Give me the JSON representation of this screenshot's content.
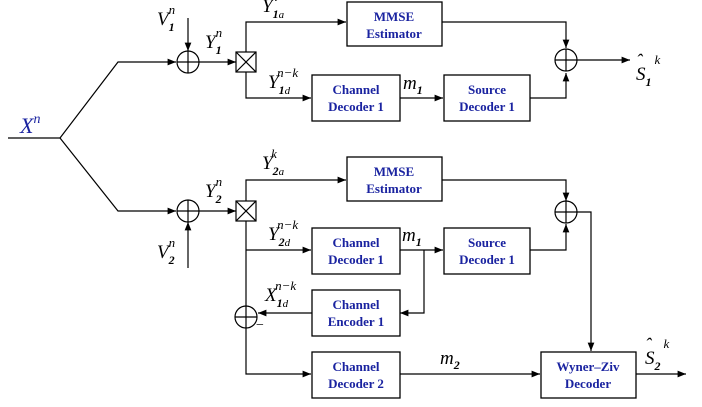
{
  "blocks": {
    "mmse1": [
      "MMSE",
      "Estimator"
    ],
    "chdec1_top": [
      "Channel",
      "Decoder 1"
    ],
    "srcdec1_top": [
      "Source",
      "Decoder 1"
    ],
    "mmse2": [
      "MMSE",
      "Estimator"
    ],
    "chdec1_bot": [
      "Channel",
      "Decoder 1"
    ],
    "srcdec1_bot": [
      "Source",
      "Decoder 1"
    ],
    "chenc1": [
      "Channel",
      "Encoder 1"
    ],
    "chdec2": [
      "Channel",
      "Decoder 2"
    ],
    "wz": [
      "Wyner–Ziv",
      "Decoder"
    ]
  },
  "signals": {
    "input": {
      "base": "X",
      "sup": "n"
    },
    "v1": {
      "base": "V",
      "sub": "1",
      "sup": "n"
    },
    "y1": {
      "base": "Y",
      "sub": "1",
      "sup": "n"
    },
    "y1a": {
      "base": "Y",
      "sub": "1",
      "subi": "a",
      "sup": "n"
    },
    "y1d": {
      "base": "Y",
      "sub": "1",
      "subi": "d",
      "sup": "n−k"
    },
    "m1_top": {
      "base": "m",
      "sub": "1"
    },
    "s1_out": {
      "base": "S",
      "sub": "1",
      "sup": "k",
      "hat": "ˆ"
    },
    "v2": {
      "base": "V",
      "sub": "2",
      "sup": "n"
    },
    "y2": {
      "base": "Y",
      "sub": "2",
      "sup": "n"
    },
    "y2a": {
      "base": "Y",
      "sub": "2",
      "subi": "a",
      "sup": "k"
    },
    "y2d": {
      "base": "Y",
      "sub": "2",
      "subi": "d",
      "sup": "n−k"
    },
    "m1_bot": {
      "base": "m",
      "sub": "1"
    },
    "x1d": {
      "base": "X",
      "sub": "1",
      "subi": "d",
      "sup": "n−k"
    },
    "m2": {
      "base": "m",
      "sub": "2"
    },
    "s2_out": {
      "base": "S",
      "sub": "2",
      "sup": "k",
      "hat": "ˆ"
    },
    "minus": "−"
  }
}
